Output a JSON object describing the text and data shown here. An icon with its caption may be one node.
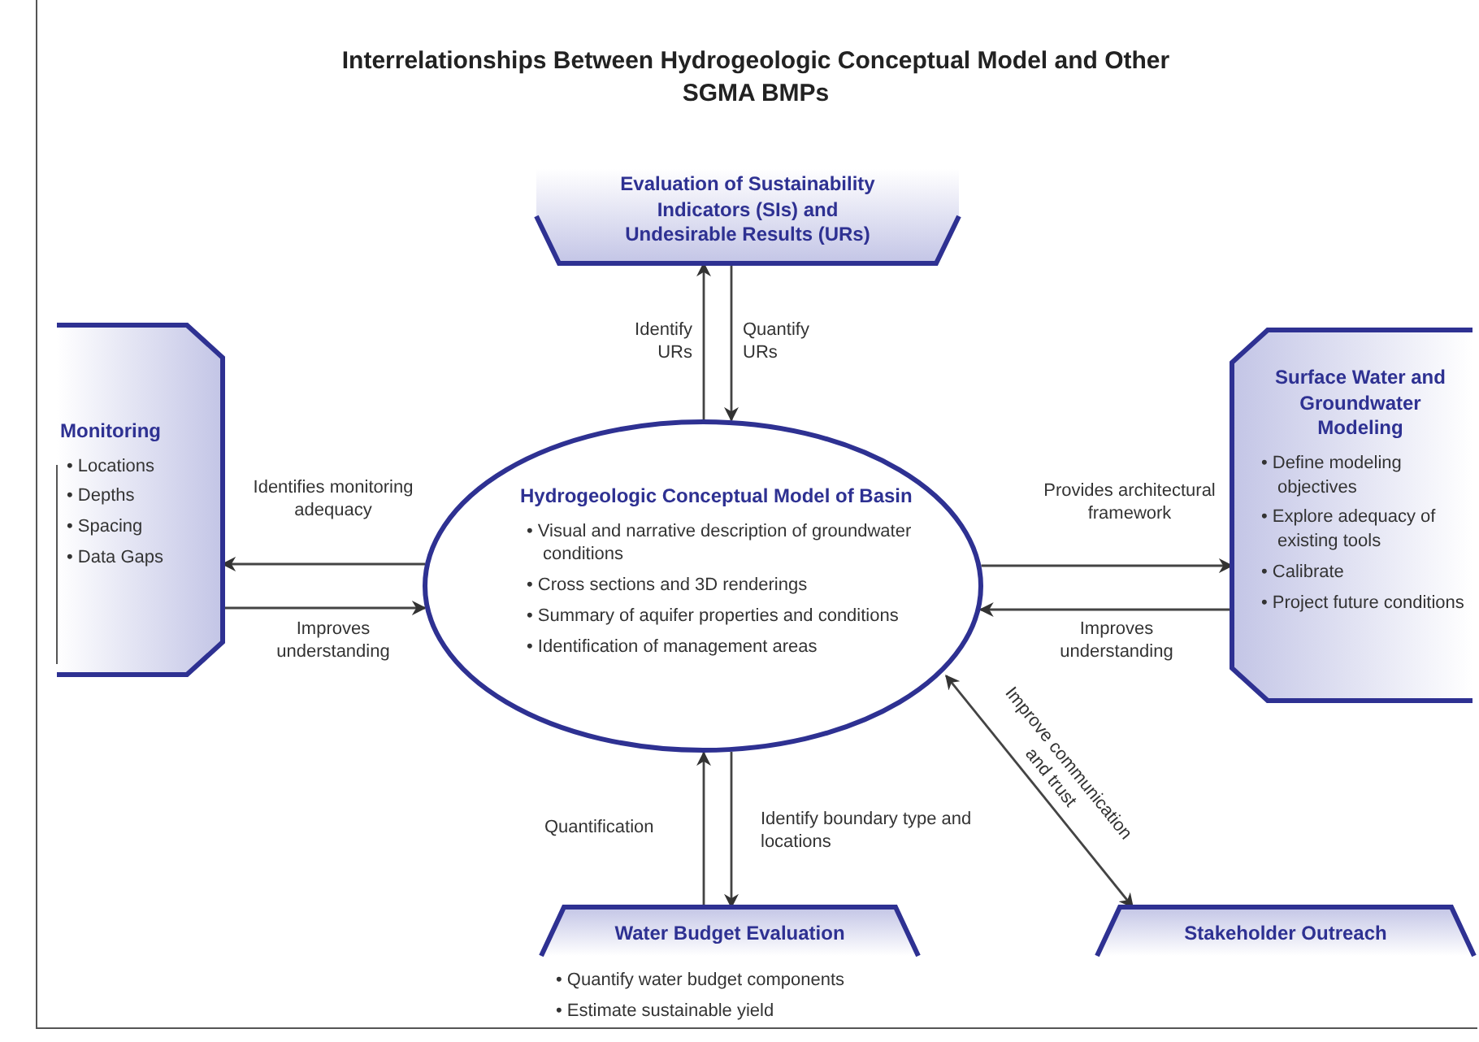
{
  "diagram": {
    "title": "Interrelationships Between Hydrogeologic Conceptual Model and Other SGMA BMPs",
    "nodes": [
      {
        "text": [
          "Evaluation of Sustainability Indicators (SIs) and Undesirable Results (URs)"
        ]
      },
      {
        "text": [
          "Monitoring",
          "• Locations",
          "• Depths",
          "• Spacing",
          "• Data Gaps"
        ]
      },
      {
        "text": [
          "Hydrogeologic Conceptual Model of Basin",
          "• Visual and narrative description of groundwater conditions",
          "• Cross sections and 3D renderings",
          "• Summary of aquifer properties and conditions",
          "• Identification of management areas"
        ]
      },
      {
        "text": [
          "Surface Water and Groundwater Modeling",
          "• Define modeling objectives",
          "• Explore adequacy of existing tools",
          "• Calibrate",
          "• Project future conditions"
        ]
      },
      {
        "text": [
          "Water Budget Evaluation"
        ],
        "beside": [
          "• Quantify water budget components",
          "• Estimate sustainable yield"
        ]
      },
      {
        "text": [
          "Stakeholder Outreach"
        ]
      }
    ],
    "edges": [
      {
        "from": 2,
        "to": 0,
        "arrow": "to",
        "label": "Identify URs"
      },
      {
        "from": 0,
        "to": 2,
        "arrow": "to",
        "label": "Quantify URs"
      },
      {
        "from": 2,
        "to": 1,
        "arrow": "to",
        "label": "Identifies monitoring adequacy"
      },
      {
        "from": 1,
        "to": 2,
        "arrow": "to",
        "label": "Improves understanding"
      },
      {
        "from": 2,
        "to": 3,
        "arrow": "to",
        "label": "Provides architectural framework"
      },
      {
        "from": 3,
        "to": 2,
        "arrow": "to",
        "label": "Improves understanding"
      },
      {
        "from": 4,
        "to": 2,
        "arrow": "to",
        "label": "Quantification"
      },
      {
        "from": 2,
        "to": 4,
        "arrow": "to",
        "label": "Identify boundary type and locations"
      },
      {
        "from": 2,
        "to": 5,
        "arrow": "both",
        "label": "Improve communication and trust"
      }
    ]
  }
}
